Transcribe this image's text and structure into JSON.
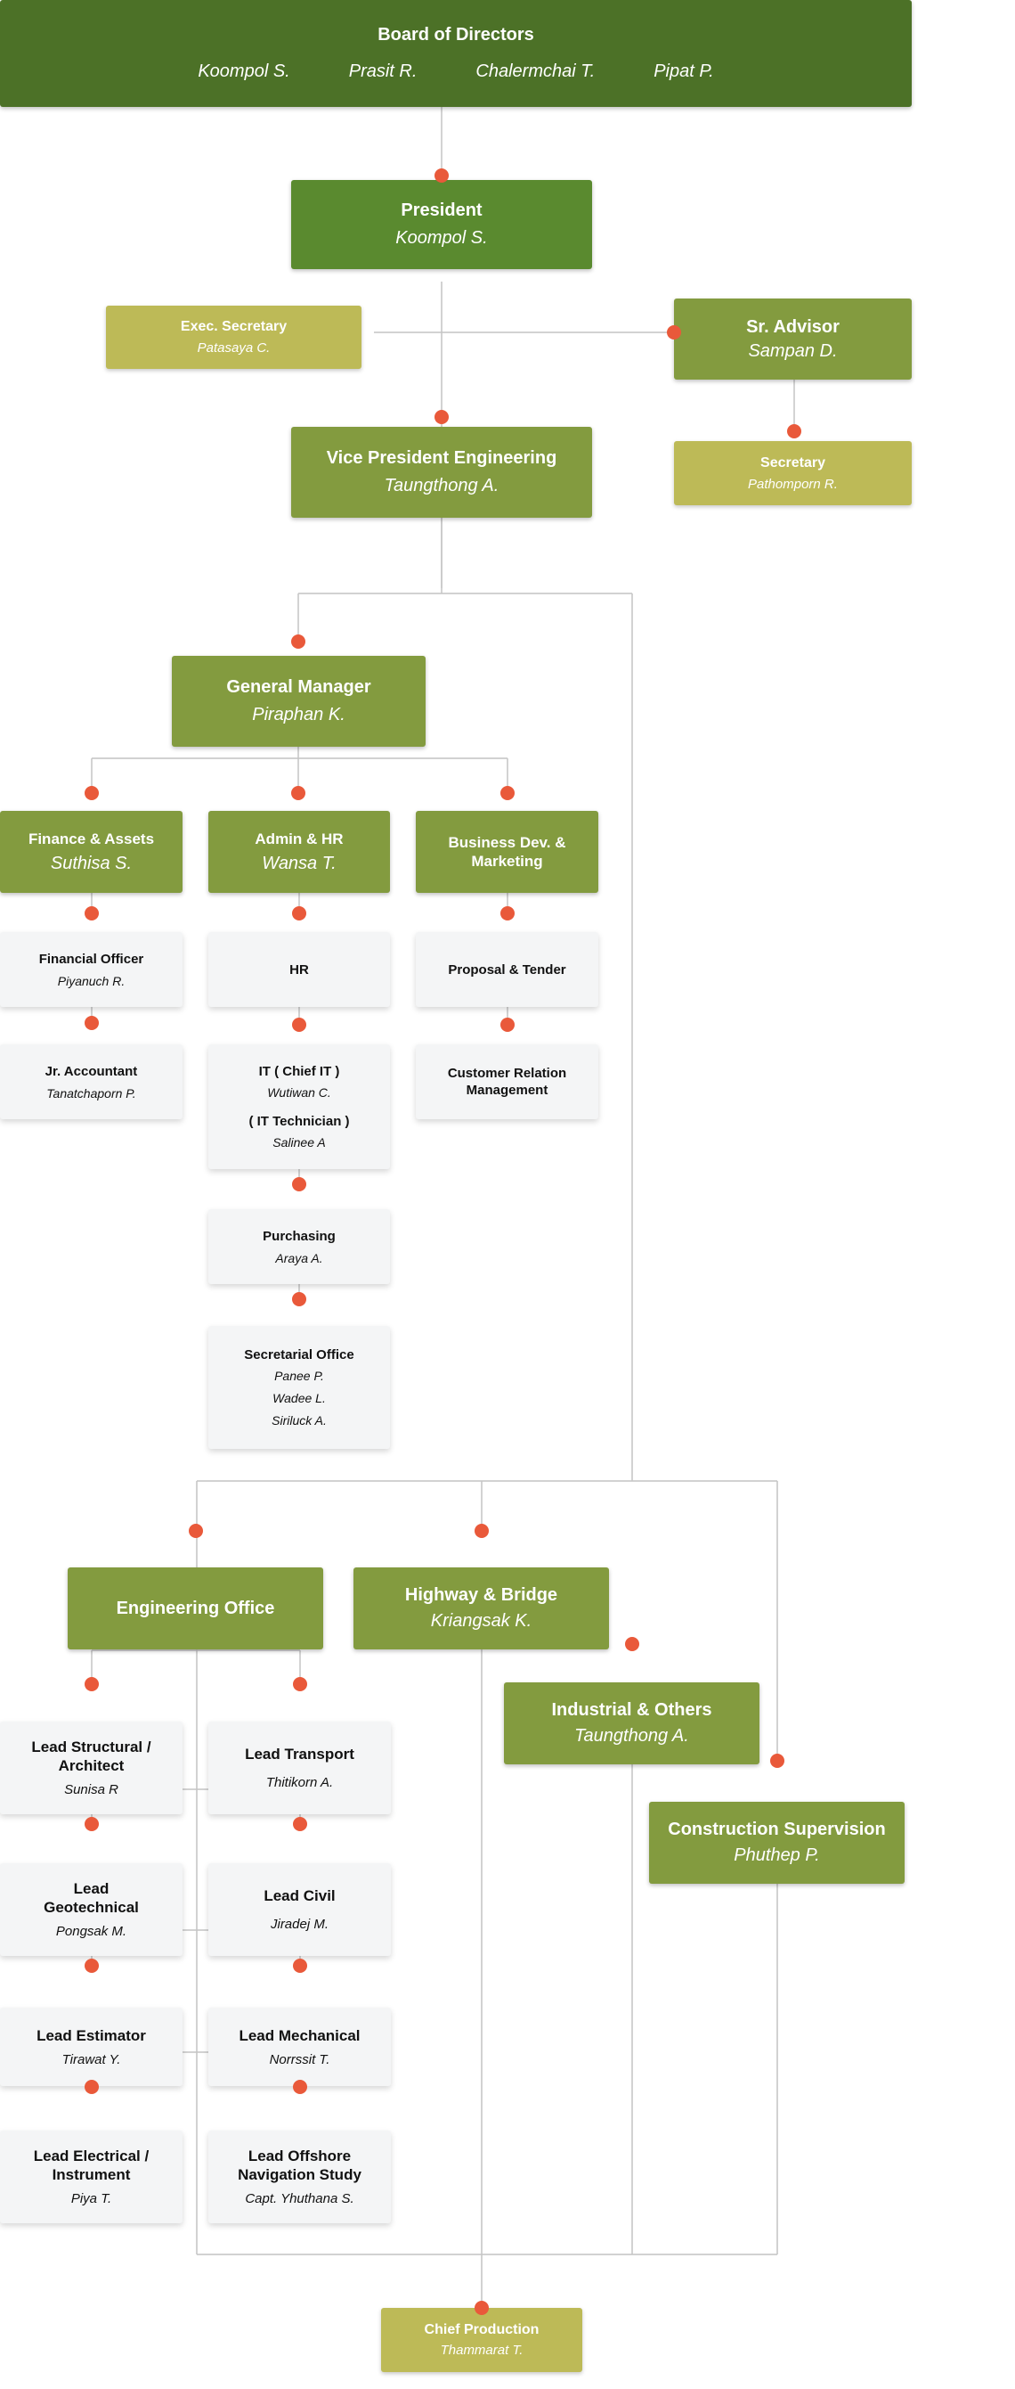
{
  "board": {
    "title": "Board of Directors",
    "members": [
      "Koompol S.",
      "Prasit R.",
      "Chalermchai T.",
      "Pipat P."
    ]
  },
  "president": {
    "title": "President",
    "name": "Koompol S."
  },
  "exec_secretary": {
    "title": "Exec. Secretary",
    "name": "Patasaya C."
  },
  "sr_advisor": {
    "title": "Sr. Advisor",
    "name": "Sampan D."
  },
  "secretary": {
    "title": "Secretary",
    "name": "Pathomporn R."
  },
  "vp_engineering": {
    "title": "Vice President Engineering",
    "name": "Taungthong A."
  },
  "general_manager": {
    "title": "General Manager",
    "name": "Piraphan K."
  },
  "finance": {
    "title": "Finance & Assets",
    "name": "Suthisa S."
  },
  "admin_hr": {
    "title": "Admin & HR",
    "name": "Wansa T."
  },
  "business_dev": {
    "title": "Business Dev. & Marketing"
  },
  "financial_officer": {
    "title": "Financial Officer",
    "name": "Piyanuch R."
  },
  "jr_accountant": {
    "title": "Jr. Accountant",
    "name": "Tanatchaporn P."
  },
  "hr": {
    "title": "HR"
  },
  "it": {
    "title1": "IT  ( Chief IT )",
    "name1": "Wutiwan C.",
    "title2": "( IT Technician )",
    "name2": "Salinee A"
  },
  "purchasing": {
    "title": "Purchasing",
    "name": "Araya A."
  },
  "secretarial_office": {
    "title": "Secretarial Office",
    "names": [
      "Panee P.",
      "Wadee L.",
      "Siriluck A."
    ]
  },
  "proposal_tender": {
    "title": "Proposal & Tender"
  },
  "customer_relation": {
    "title": "Customer Relation Management"
  },
  "engineering_office": {
    "title": "Engineering Office"
  },
  "highway_bridge": {
    "title": "Highway & Bridge",
    "name": "Kriangsak K."
  },
  "industrial": {
    "title": "Industrial & Others",
    "name": "Taungthong A."
  },
  "construction_supervision": {
    "title": "Construction Supervision",
    "name": "Phuthep P."
  },
  "lead_structural": {
    "title": "Lead Structural / Architect",
    "name": "Sunisa R"
  },
  "lead_transport": {
    "title": "Lead Transport",
    "name": "Thitikorn A."
  },
  "lead_geotechnical": {
    "title": "Lead Geotechnical",
    "name": "Pongsak M."
  },
  "lead_civil": {
    "title": "Lead Civil",
    "name": "Jiradej M."
  },
  "lead_estimator": {
    "title": "Lead Estimator",
    "name": "Tirawat Y."
  },
  "lead_mechanical": {
    "title": "Lead Mechanical",
    "name": "Norrssit T."
  },
  "lead_electrical": {
    "title": "Lead Electrical / Instrument",
    "name": "Piya T."
  },
  "lead_offshore": {
    "title": "Lead Offshore Navigation Study",
    "name": "Capt. Yhuthana S."
  },
  "chief_production": {
    "title": "Chief Production",
    "name": "Thammarat T."
  },
  "colors": {
    "dark_green": "#4c7127",
    "green": "#5a8a2f",
    "olive": "#839b3f",
    "khaki": "#bdba57",
    "gray_box": "#f4f5f6",
    "connector_dot": "#e9593a",
    "line": "#c4c4c4"
  }
}
